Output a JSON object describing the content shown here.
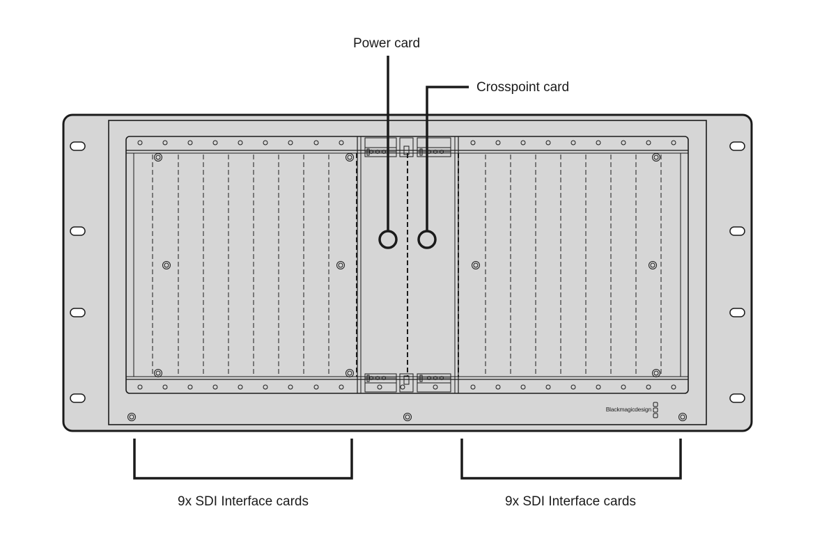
{
  "labels": {
    "power_card": "Power card",
    "crosspoint_card": "Crosspoint card",
    "sdi_left": "9x SDI Interface cards",
    "sdi_right": "9x SDI Interface cards"
  },
  "brand": "Blackmagicdesign",
  "colors": {
    "chassis_fill": "#d6d6d6",
    "line": "#1a1a1a",
    "background": "#ffffff"
  }
}
